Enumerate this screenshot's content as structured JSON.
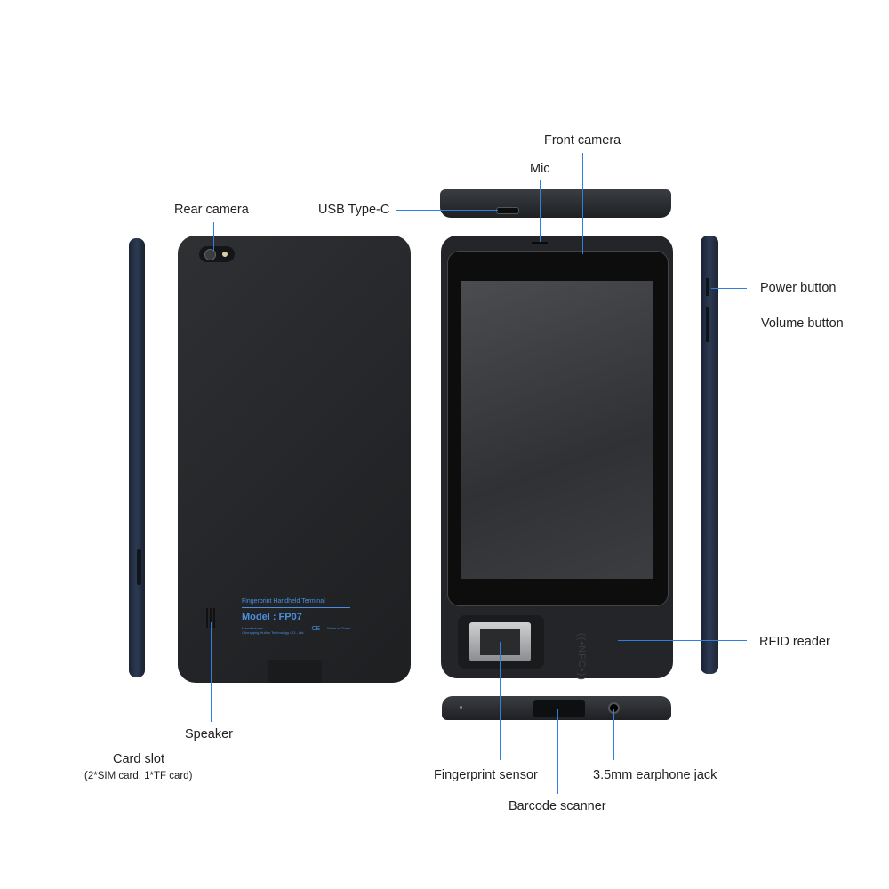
{
  "labels": {
    "rear_camera": "Rear camera",
    "usb_type_c": "USB Type-C",
    "mic": "Mic",
    "front_camera": "Front camera",
    "power_button": "Power button",
    "volume_button": "Volume button",
    "rfid_reader": "RFID reader",
    "fingerprint_sensor": "Fingerprint sensor",
    "barcode_scanner": "Barcode scanner",
    "earphone_jack": "3.5mm earphone jack",
    "speaker": "Speaker",
    "card_slot": "Card slot",
    "card_slot_detail": "(2*SIM card, 1*TF card)"
  },
  "back_label": {
    "title": "Fingerprint Handheld Terminal",
    "model": "Model : FP07",
    "manufacturer": "Manufacturer:",
    "company": "Chongqing Huifan Technology CO., Ltd.",
    "ce": "CE",
    "made_in": "Made in China"
  },
  "nfc_mark": "((•NFC•))",
  "colors": {
    "leader_line": "#2f7fe0",
    "device": "#232528",
    "label_blue": "#4a8fe0"
  }
}
